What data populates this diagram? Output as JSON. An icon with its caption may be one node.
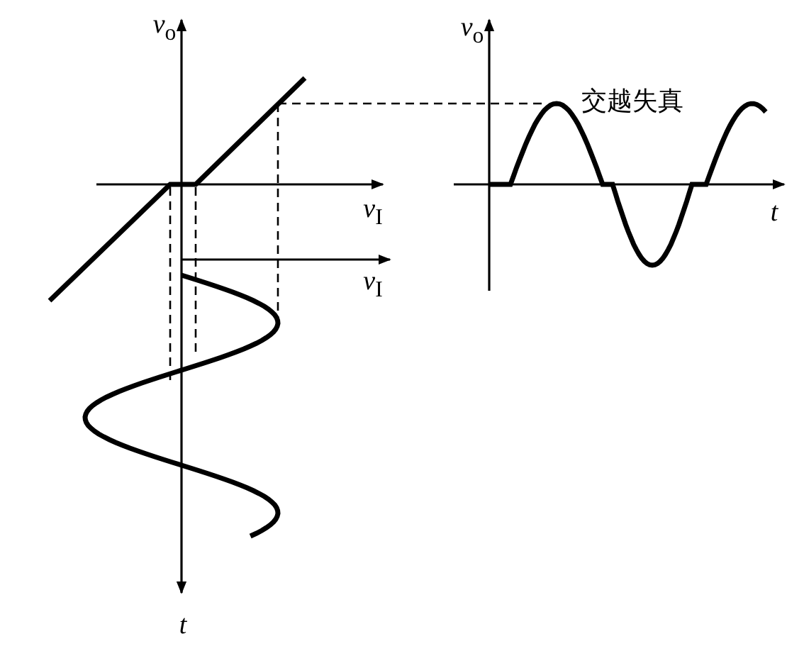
{
  "diagram": {
    "labels": [
      "*v*$_{o}$",
      "*v*$_{o}$",
      "交越失真",
      "*v*$_{I}$",
      "*t*",
      "*v*$_{I}$",
      "*t*"
    ]
  }
}
